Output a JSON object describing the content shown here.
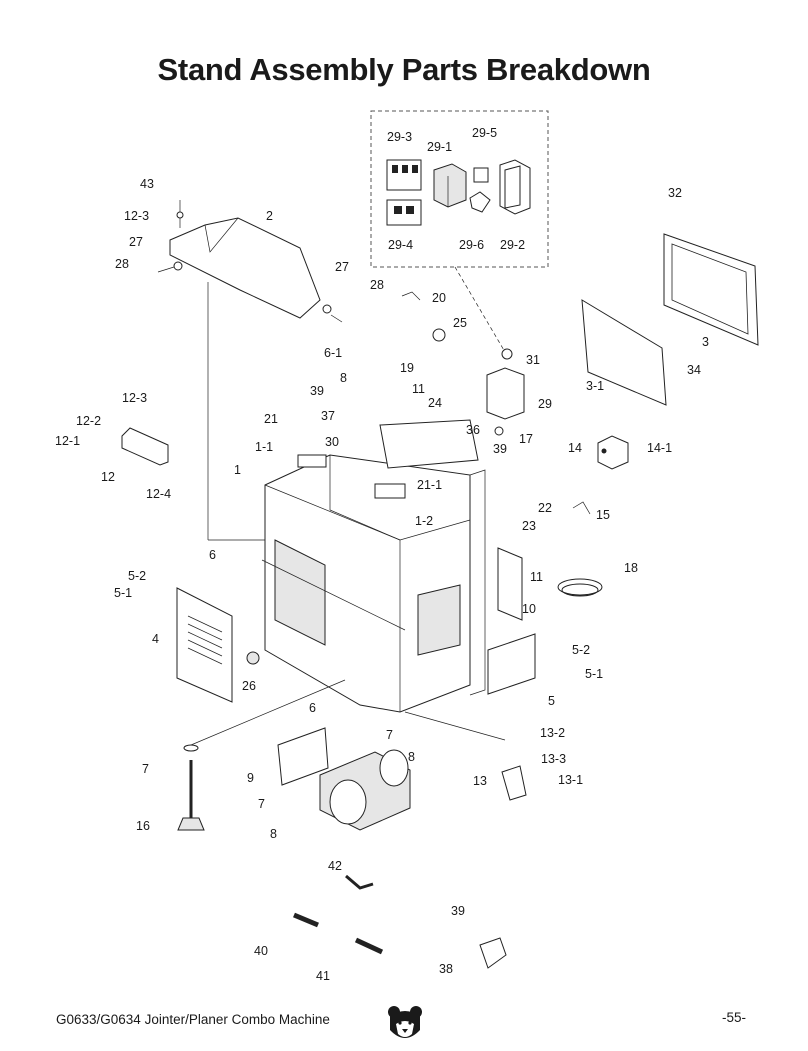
{
  "page": {
    "title": "Stand Assembly Parts Breakdown",
    "footer_model": "G0633/G0634 Jointer/Planer Combo Machine",
    "page_number": "-55-"
  },
  "callouts": [
    "43",
    "12-3",
    "2",
    "27",
    "28",
    "27",
    "28",
    "29-3",
    "29-1",
    "29-5",
    "29-4",
    "29-6",
    "29-2",
    "32",
    "20",
    "25",
    "3",
    "6-1",
    "19",
    "31",
    "34",
    "8",
    "11",
    "3-1",
    "39",
    "29",
    "37",
    "24",
    "12-3",
    "21",
    "36",
    "12-2",
    "17",
    "39",
    "12-1",
    "1-1",
    "30",
    "14",
    "14-1",
    "12",
    "21-1",
    "22",
    "1",
    "12-4",
    "15",
    "1-2",
    "23",
    "6",
    "18",
    "11",
    "5-2",
    "5-1",
    "10",
    "4",
    "5-2",
    "5-1",
    "26",
    "5",
    "6",
    "7",
    "13-2",
    "8",
    "7",
    "13-3",
    "9",
    "13",
    "13-1",
    "7",
    "16",
    "8",
    "42",
    "39",
    "40",
    "38",
    "41"
  ],
  "logo": {
    "name": "grizzly-bear-logo",
    "colors": {
      "fur": "#1a1a1a",
      "face": "#ffffff"
    }
  }
}
